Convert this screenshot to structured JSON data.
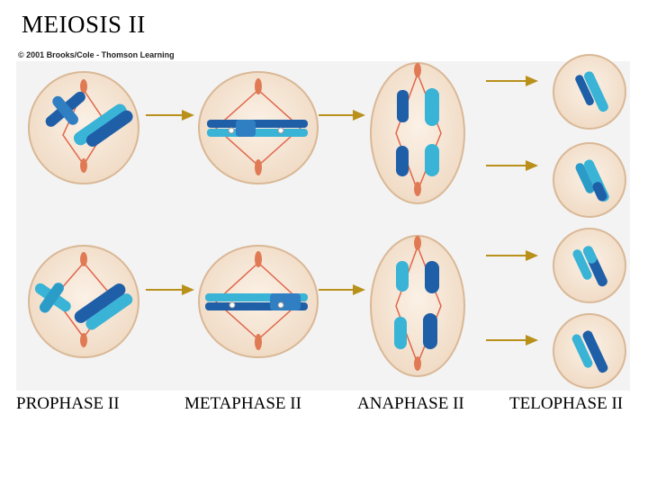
{
  "title": "MEIOSIS II",
  "credit": "© 2001 Brooks/Cole - Thomson Learning",
  "stages": {
    "prophase": "PROPHASE II",
    "metaphase": "METAPHASE II",
    "anaphase": "ANAPHASE II",
    "telophase": "TELOPHASE II"
  },
  "colors": {
    "cell_fill": "#f6e7d6",
    "cell_edge": "#d9b896",
    "chrom_dark": "#1f5fa8",
    "chrom_light": "#39b3d6",
    "spindle": "#e0664a",
    "arrow": "#b8901a"
  }
}
